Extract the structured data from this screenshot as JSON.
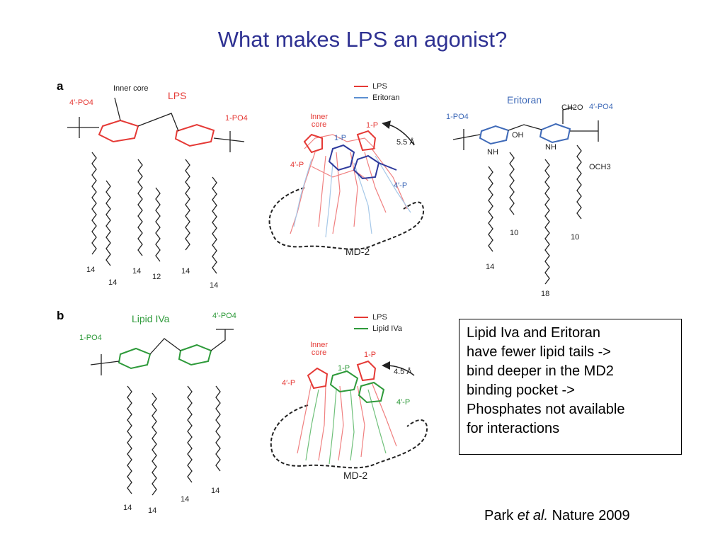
{
  "slide": {
    "title": "What makes LPS an agonist?",
    "callout_lines": [
      "Lipid Iva and Eritoran",
      "have fewer lipid tails ->",
      "bind deeper in the MD2",
      "binding pocket ->",
      "Phosphates not available",
      "for interactions"
    ],
    "citation": {
      "author": "Park ",
      "etal": "et al.",
      "journal": " Nature 2009"
    }
  },
  "figure": {
    "panel_a": {
      "label": "a",
      "lps": {
        "name": "LPS",
        "inner_core": "Inner core",
        "phos_left": "4′-PO4",
        "phos_right": "1-PO4",
        "chain_numbers": [
          "14",
          "14",
          "14",
          "12",
          "14",
          "14"
        ]
      },
      "overlay": {
        "legend_lps": "LPS",
        "legend_other": "Eritoran",
        "inner_core": "Inner\ncore",
        "p_1": "1-P",
        "p_1_blue": "1-P",
        "p_4": "4′-P",
        "p_4_blue": "4′-P",
        "shift": "5.5 Å",
        "pocket": "MD-2"
      },
      "eritoran": {
        "name": "Eritoran",
        "phos_left": "1-PO4",
        "phos_right": "4′-PO4",
        "groups": [
          "CH2O",
          "OCH3",
          "NH",
          "NH",
          "OH"
        ],
        "chain_numbers": [
          "10",
          "14",
          "10",
          "18"
        ]
      }
    },
    "panel_b": {
      "label": "b",
      "lipid": {
        "name": "Lipid IVa",
        "phos_left": "1-PO4",
        "phos_right": "4′-PO4",
        "chain_numbers": [
          "14",
          "14",
          "14",
          "14"
        ]
      },
      "overlay": {
        "legend_lps": "LPS",
        "legend_other": "Lipid IVa",
        "inner_core": "Inner\ncore",
        "p_1": "1-P",
        "p_1_green": "1-P",
        "p_4": "4′-P",
        "p_4_green": "4′-P",
        "shift": "4.5 Å",
        "pocket": "MD-2"
      }
    }
  }
}
